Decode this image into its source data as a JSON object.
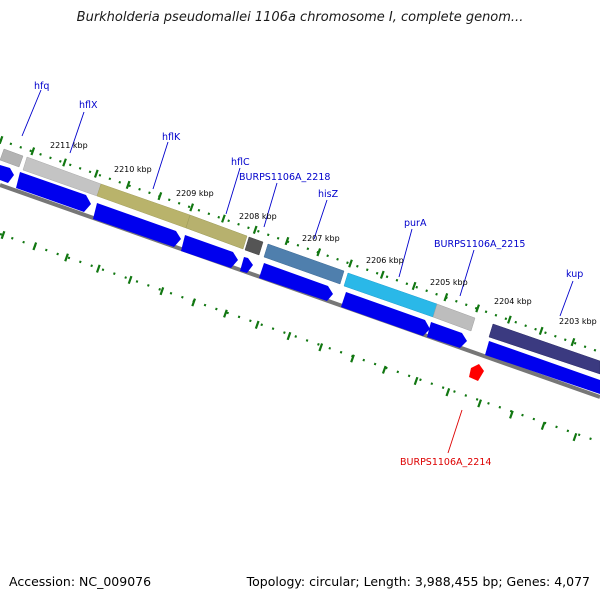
{
  "title": "Burkholderia pseudomallei 1106a chromosome I, complete genom...",
  "footer": {
    "accession": "Accession: NC_009076",
    "summary": "Topology: circular; Length: 3,988,455 bp; Genes: 4,077"
  },
  "kbp_labels": [
    "2211 kbp",
    "2210 kbp",
    "2209 kbp",
    "2208 kbp",
    "2207 kbp",
    "2206 kbp",
    "2205 kbp",
    "2204 kbp",
    "2203 kbp"
  ],
  "gene_labels": [
    "hfq",
    "hflX",
    "hflK",
    "hflC",
    "BURPS1106A_2218",
    "hisZ",
    "purA",
    "BURPS1106A_2215",
    "kup",
    "BURPS1106A_2214"
  ],
  "colors": {
    "cds_blue": "#0000ee",
    "feature_red": "#ff0000",
    "label_blue": "#0000cc",
    "label_red": "#dd0000",
    "tick_green": "#117711",
    "backbone_gray": "#777777",
    "hfq": "#b3b3b3",
    "hflX": "#c4c4c4",
    "hflK": "#b9b36b",
    "hflC": "#9a9a55",
    "BURPS1106A_2218": "#555555",
    "hisZ": "#4f7fad",
    "purA": "#2ab8e8",
    "BURPS1106A_2215": "#bdbdbd",
    "kup": "#3b3a80"
  }
}
